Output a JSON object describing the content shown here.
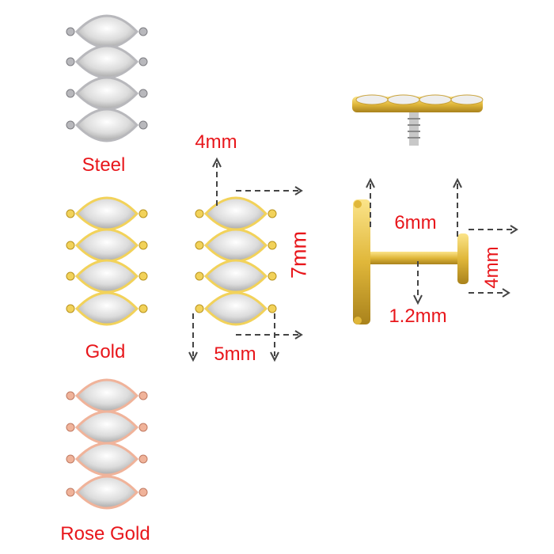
{
  "variants": [
    {
      "name": "Steel",
      "metal": "#b8b8bc",
      "metal_dark": "#7d7d82"
    },
    {
      "name": "Gold",
      "metal": "#f2d25a",
      "metal_dark": "#b8931e"
    },
    {
      "name": "Rose Gold",
      "metal": "#f0b39a",
      "metal_dark": "#c07a62"
    }
  ],
  "dimensions": {
    "height": "4mm",
    "length": "7mm",
    "width": "5mm",
    "bar_length": "6mm",
    "bar_gauge": "1.2mm",
    "disc": "4mm"
  },
  "colors": {
    "label": "#e8161b",
    "arrow": "#444444",
    "stone": "#e6e6e6"
  }
}
